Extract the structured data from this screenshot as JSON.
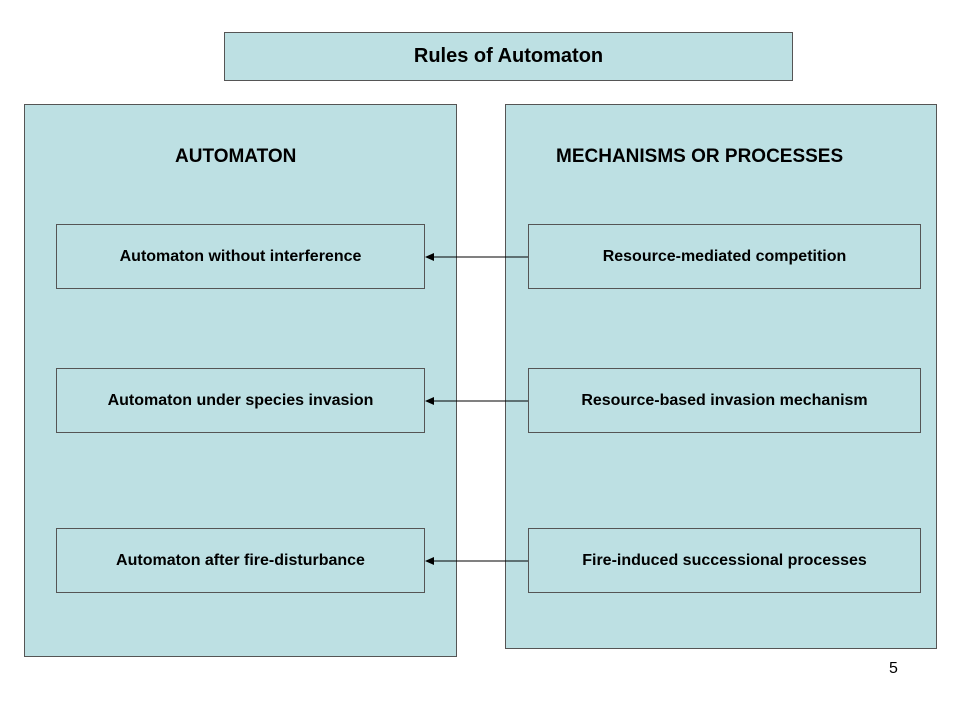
{
  "title": "Rules of Automaton",
  "left_panel": {
    "heading": "AUTOMATON",
    "items": [
      {
        "label": "Automaton without interference"
      },
      {
        "label": "Automaton under species invasion"
      },
      {
        "label": "Automaton after fire-disturbance"
      }
    ]
  },
  "right_panel": {
    "heading": "MECHANISMS OR PROCESSES",
    "items": [
      {
        "label": "Resource-mediated competition"
      },
      {
        "label": "Resource-based invasion mechanism"
      },
      {
        "label": "Fire-induced successional processes"
      }
    ]
  },
  "page_number": "5",
  "colors": {
    "box_fill": "#bde0e3",
    "border": "#555555",
    "arrow": "#000000"
  }
}
